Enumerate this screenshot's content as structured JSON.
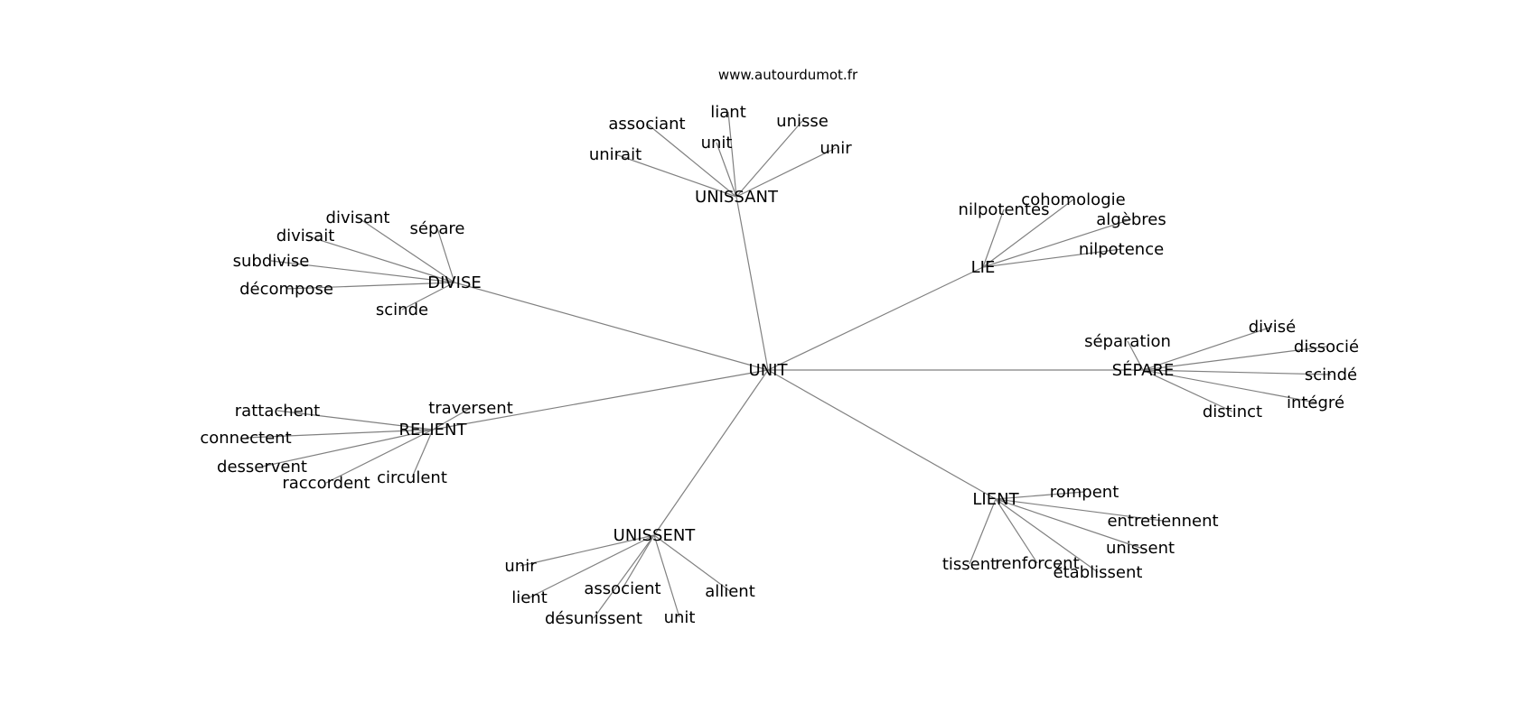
{
  "source": "www.autourdumot.fr",
  "graph": {
    "center": "UNIT",
    "hubs": [
      {
        "label": "UNISSANT",
        "leaves": [
          "liant",
          "associant",
          "unisse",
          "unit",
          "unir",
          "unirait"
        ]
      },
      {
        "label": "DIVISE",
        "leaves": [
          "divisant",
          "sépare",
          "divisait",
          "subdivise",
          "décompose",
          "scinde"
        ]
      },
      {
        "label": "LIE",
        "leaves": [
          "cohomologie",
          "nilpotentes",
          "algèbres",
          "nilpotence"
        ]
      },
      {
        "label": "SÉPARE",
        "leaves": [
          "séparation",
          "divisé",
          "dissocié",
          "scindé",
          "intégré",
          "distinct"
        ]
      },
      {
        "label": "RELIENT",
        "leaves": [
          "rattachent",
          "traversent",
          "connectent",
          "desservent",
          "raccordent",
          "circulent"
        ]
      },
      {
        "label": "UNISSENT",
        "leaves": [
          "unir",
          "lient",
          "associent",
          "allient",
          "désunissent",
          "unit"
        ]
      },
      {
        "label": "LIENT",
        "leaves": [
          "rompent",
          "entretiennent",
          "unissent",
          "tissent",
          "renforcent",
          "établissent"
        ]
      }
    ]
  },
  "colors": {
    "edge": "#808080",
    "text": "#000000",
    "background": "#ffffff"
  }
}
